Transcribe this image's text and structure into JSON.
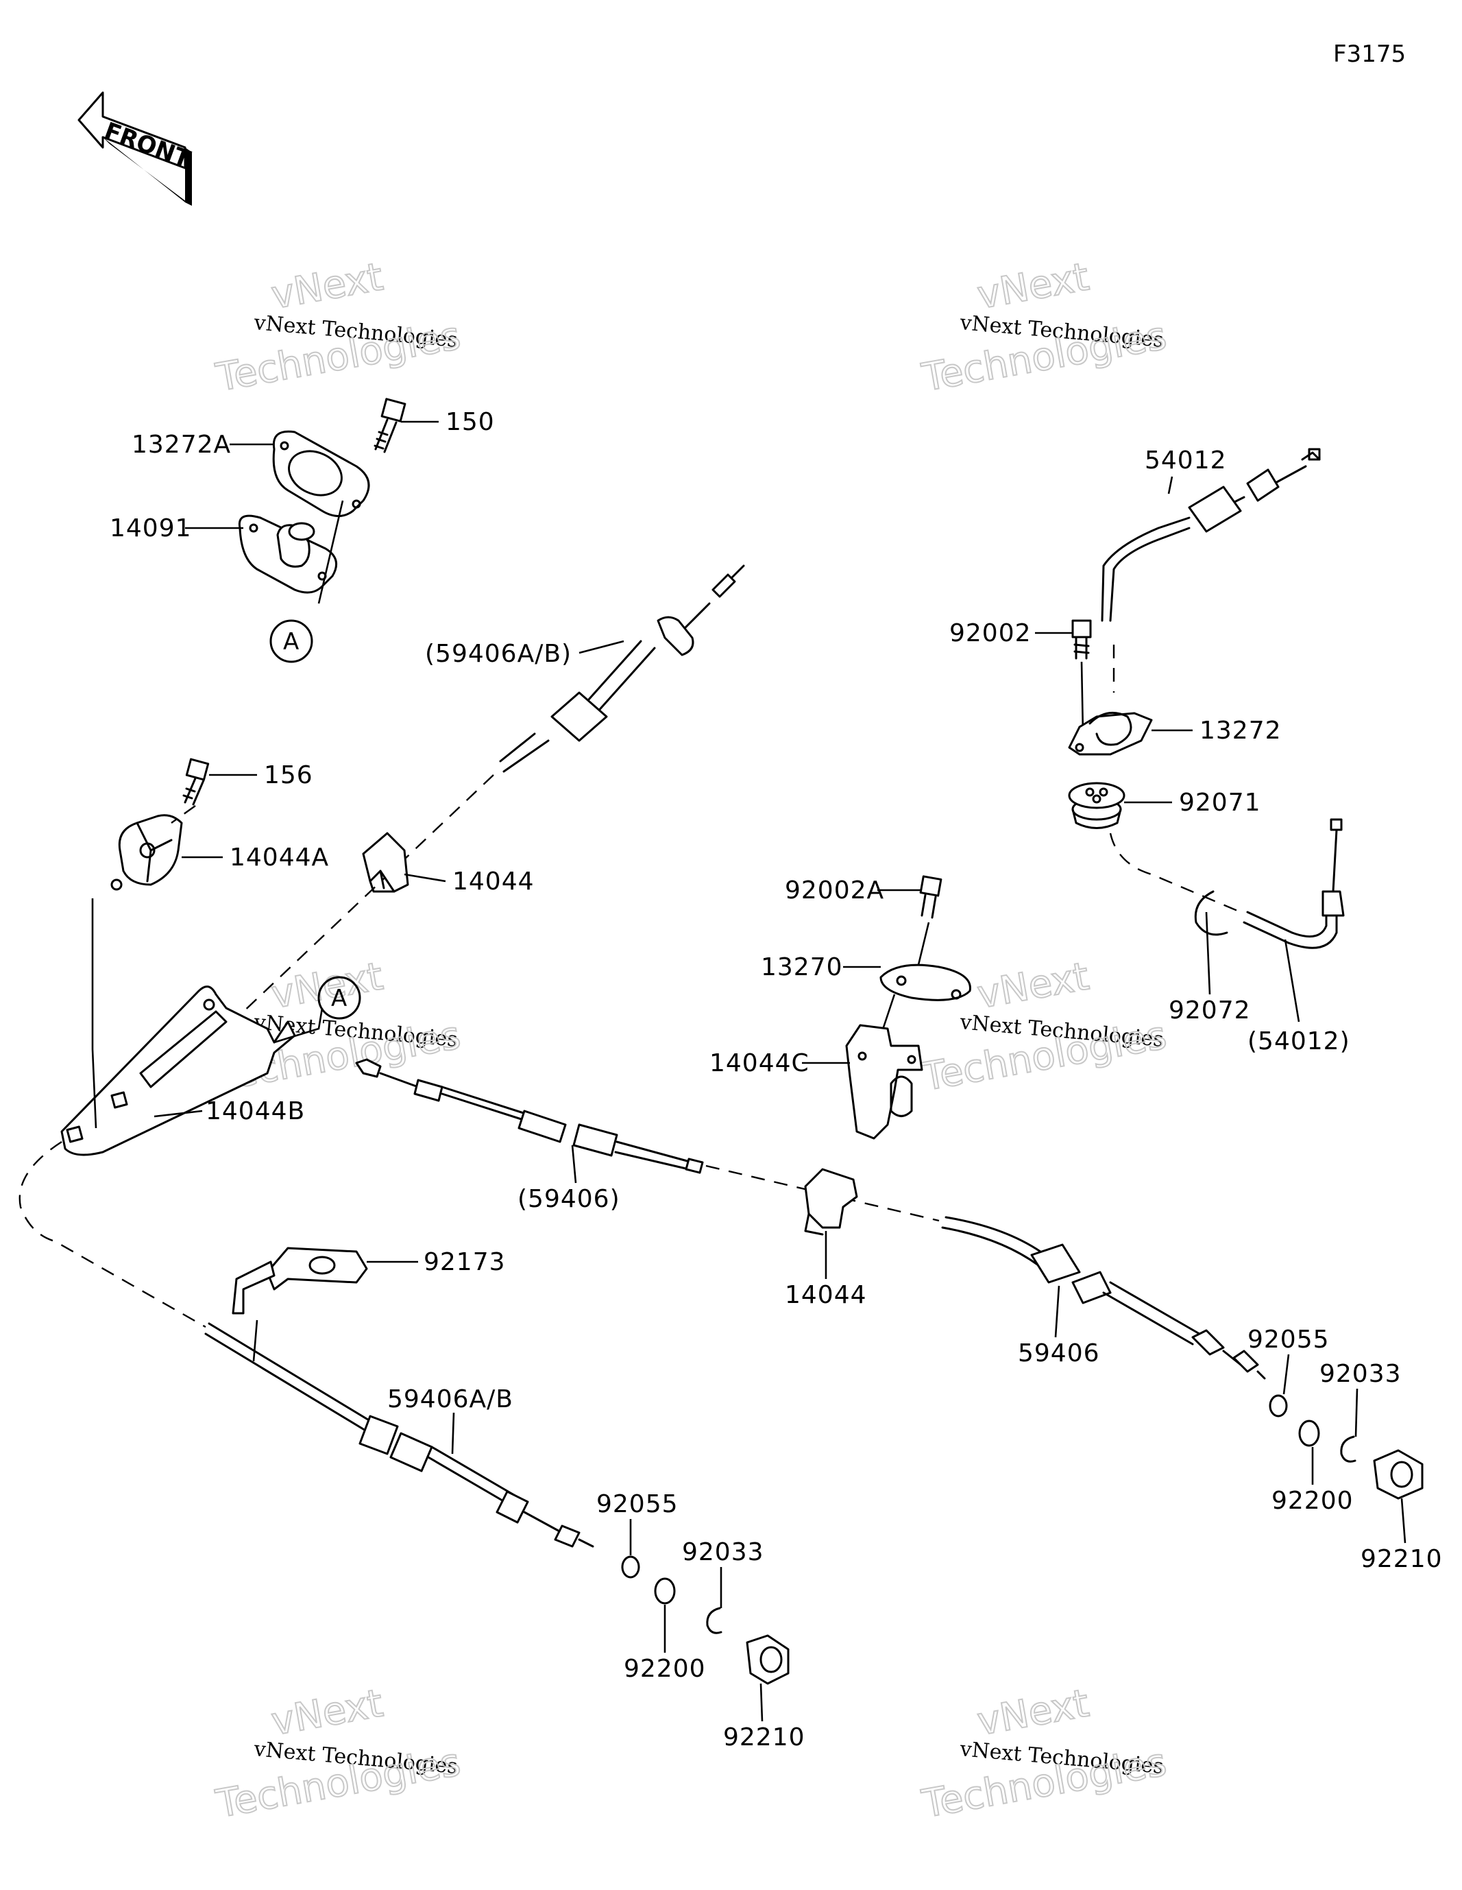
{
  "figure_code": "F3175",
  "front_label": "FRONT",
  "watermark": {
    "line1": "vNext",
    "line2": "vNext Technologies",
    "line3": "Technologies"
  },
  "callouts": {
    "a1": "A",
    "a2": "A"
  },
  "labels": {
    "p150": "150",
    "p13272a": "13272A",
    "p14091": "14091",
    "p59406ab_ref": "(59406A/B)",
    "p156": "156",
    "p14044a": "14044A",
    "p14044_upper": "14044",
    "p14044b": "14044B",
    "p59406_ref": "(59406)",
    "p92173": "92173",
    "p59406ab": "59406A/B",
    "p92055_left": "92055",
    "p92033_left": "92033",
    "p92200_left": "92200",
    "p92210_left": "92210",
    "p54012": "54012",
    "p92002": "92002",
    "p13272": "13272",
    "p92071": "92071",
    "p92072": "92072",
    "p54012_ref": "(54012)",
    "p92002a": "92002A",
    "p13270": "13270",
    "p14044c": "14044C",
    "p14044_lower": "14044",
    "p59406": "59406",
    "p92055_right": "92055",
    "p92033_right": "92033",
    "p92200_right": "92200",
    "p92210_right": "92210"
  }
}
